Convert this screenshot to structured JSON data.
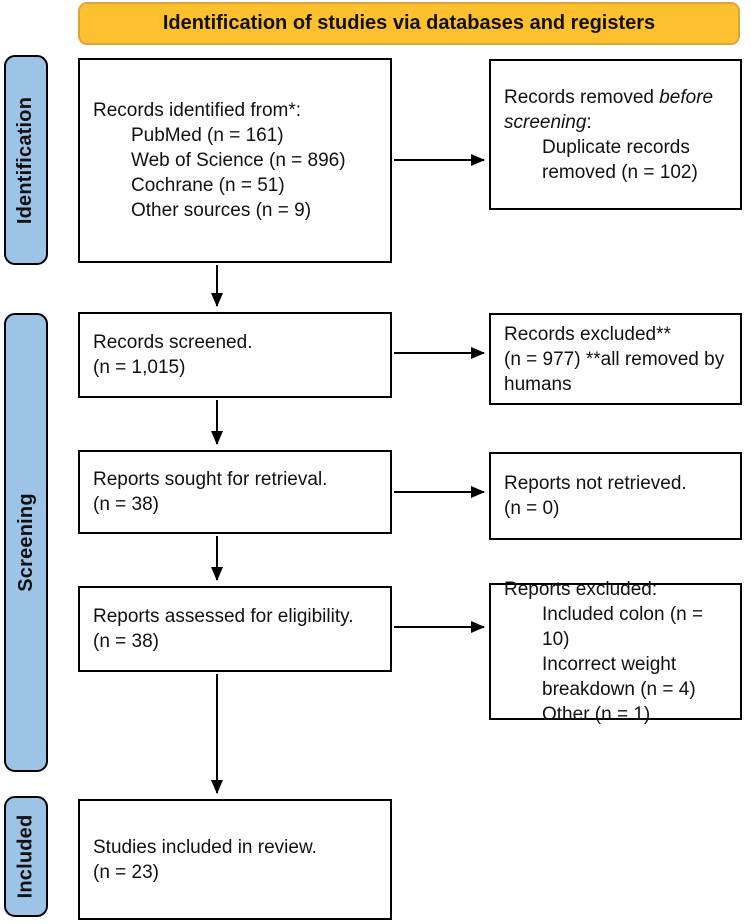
{
  "banner": {
    "title": "Identification of studies via databases and registers"
  },
  "stages": {
    "identification": "Identification",
    "screening": "Screening",
    "included": "Included"
  },
  "boxes": {
    "records_identified": {
      "title": "Records identified from*:",
      "items": [
        "PubMed (n = 161)",
        "Web of Science (n = 896)",
        "Cochrane (n = 51)",
        "Other sources (n = 9)"
      ]
    },
    "records_removed": {
      "prefix": "Records removed ",
      "italic": "before screening",
      "suffix": ":",
      "items": [
        "Duplicate records removed (n = 102)"
      ]
    },
    "records_screened": {
      "line1": "Records screened.",
      "line2": "(n = 1,015)"
    },
    "records_excluded": {
      "line1": "Records excluded**",
      "line2": "(n = 977) **all removed by humans"
    },
    "reports_sought": {
      "line1": "Reports sought for retrieval.",
      "line2": "(n = 38)"
    },
    "reports_not_retrieved": {
      "line1": "Reports not retrieved.",
      "line2": "(n = 0)"
    },
    "reports_assessed": {
      "line1": "Reports assessed for eligibility.",
      "line2": "(n = 38)"
    },
    "reports_excluded": {
      "title": "Reports excluded:",
      "items": [
        "Included colon (n = 10)",
        "Incorrect weight breakdown (n = 4)",
        "Other (n = 1)"
      ]
    },
    "studies_included": {
      "line1": "Studies included in review.",
      "line2": "(n = 23)"
    }
  },
  "colors": {
    "banner_fill": "#FDC02F",
    "banner_border": "#DFA33C",
    "stage_fill": "#9DC3E6",
    "box_border": "#000000",
    "arrow": "#000000"
  }
}
